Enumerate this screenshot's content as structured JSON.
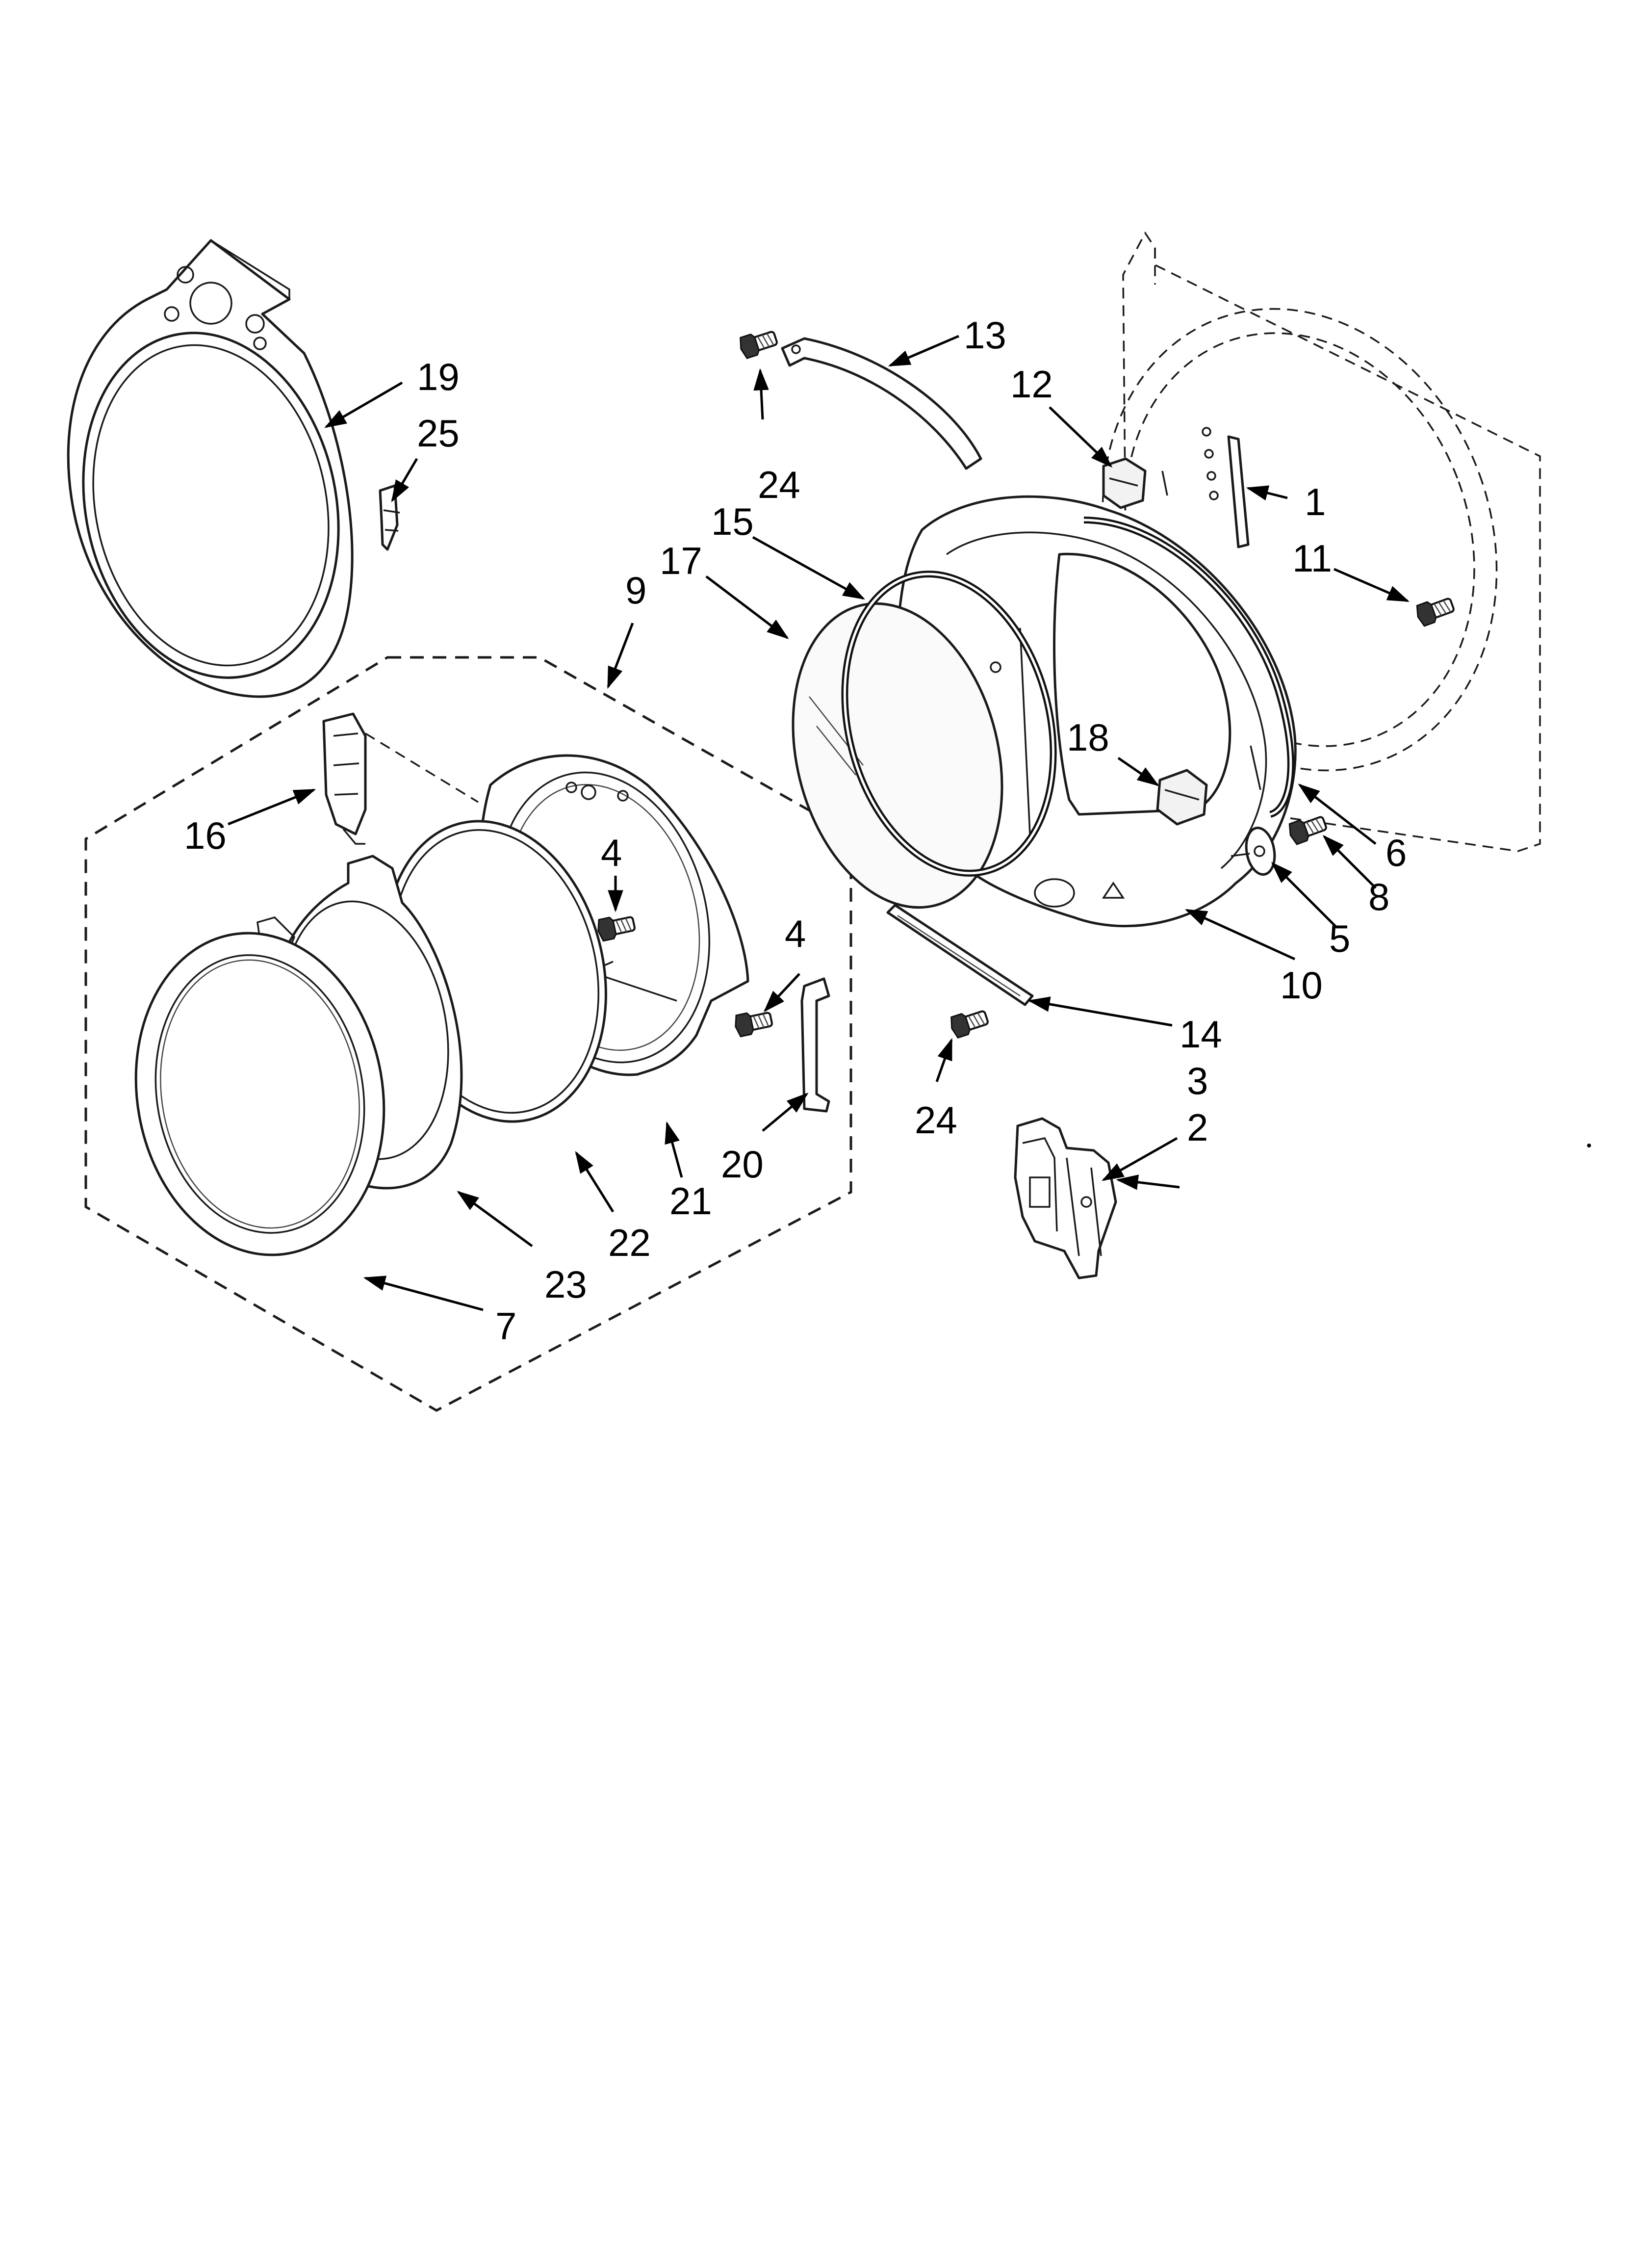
{
  "callouts": {
    "c1": "1",
    "c2": "2",
    "c3": "3",
    "c4a": "4",
    "c4b": "4",
    "c5": "5",
    "c6": "6",
    "c7": "7",
    "c8": "8",
    "c9": "9",
    "c10": "10",
    "c11": "11",
    "c12": "12",
    "c13": "13",
    "c14": "14",
    "c15": "15",
    "c16": "16",
    "c17": "17",
    "c18": "18",
    "c19": "19",
    "c20": "20",
    "c21": "21",
    "c22": "22",
    "c23": "23",
    "c24a": "24",
    "c24b": "24",
    "c25": "25"
  }
}
